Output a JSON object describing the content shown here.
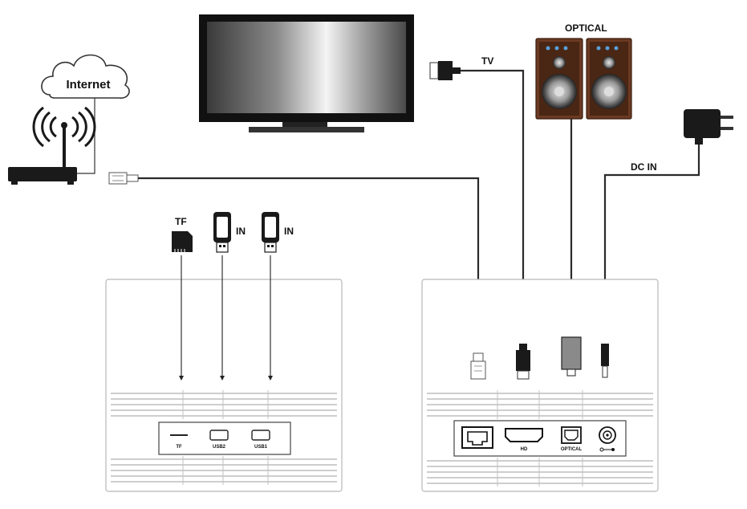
{
  "labels": {
    "internet": "Internet",
    "tv": "TV",
    "optical_top": "OPTICAL",
    "dc_in": "DC IN",
    "tf": "TF",
    "in_usb2": "IN",
    "in_usb1": "IN"
  },
  "front_panel_ports": {
    "tf": "TF",
    "usb2": "USB2",
    "usb1": "USB1"
  },
  "rear_panel_ports": {
    "hd": "HD",
    "optical": "OPTICAL"
  },
  "colors": {
    "speaker_wood": "#6b3a22",
    "speaker_blue": "#5aa0d8",
    "device_outline": "#b8b8b8",
    "cable": "#2a2a2a"
  },
  "icons": {
    "cloud": "cloud-icon",
    "router": "router-icon",
    "tv": "tv-icon",
    "speakers": "speaker-icon",
    "power_adapter": "power-adapter-icon",
    "tf_card": "sd-card-icon",
    "usb_drive": "usb-drive-icon",
    "dc_symbol": "dc-polarity-icon"
  }
}
